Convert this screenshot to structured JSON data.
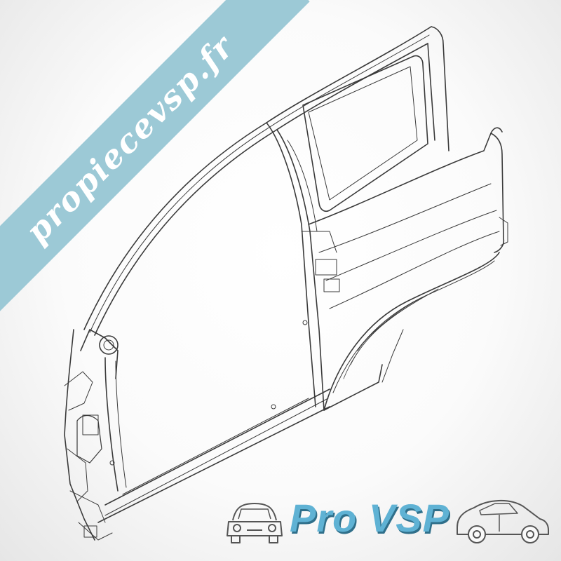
{
  "image": {
    "subject": "car-body-side-panel-line-drawing",
    "background_color": "#fafafa",
    "line_color": "#3a3a3a"
  },
  "watermark": {
    "text": "propiecevsp.fr",
    "background_color": "#9cc9d6",
    "text_color": "#ffffff"
  },
  "logo": {
    "text": "Pro VSP",
    "text_color": "#5fb2d4",
    "shadow_color": "#2f6f8a",
    "icons": [
      "front-car-icon",
      "side-car-icon"
    ]
  }
}
